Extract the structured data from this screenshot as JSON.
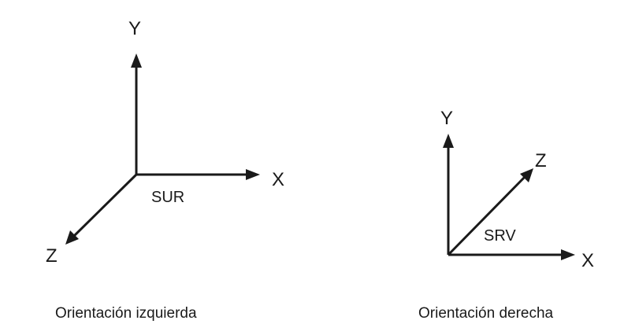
{
  "left_system": {
    "y_label": "Y",
    "x_label": "X",
    "z_label": "Z",
    "system_label": "SUR",
    "caption": "Orientación izquierda"
  },
  "right_system": {
    "y_label": "Y",
    "x_label": "X",
    "z_label": "Z",
    "system_label": "SRV",
    "caption": "Orientación derecha"
  },
  "colors": {
    "ink": "#1a1a1a",
    "background": "#ffffff"
  }
}
